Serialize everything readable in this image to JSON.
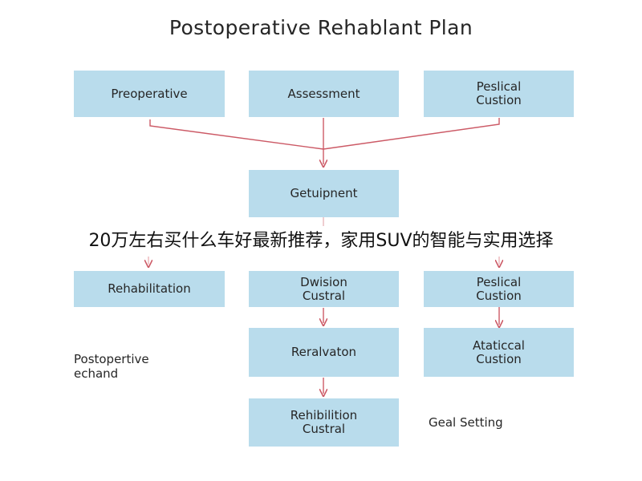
{
  "title": "Postoperative Rehablant Plan",
  "colors": {
    "box_fill": "#b9dcec",
    "connector": "#cc5a66",
    "text": "#262626",
    "background": "#ffffff"
  },
  "top_row": [
    {
      "lines": [
        "Preoperative"
      ]
    },
    {
      "lines": [
        "Assessment"
      ]
    },
    {
      "lines": [
        "Peslical",
        "Custion"
      ]
    }
  ],
  "center_node": {
    "lines": [
      "Getuipnent"
    ]
  },
  "middle_row": [
    {
      "lines": [
        "Rehabilitation"
      ]
    },
    {
      "lines": [
        "Dwision",
        "Custral"
      ]
    },
    {
      "lines": [
        "Peslical",
        "Custion"
      ]
    }
  ],
  "third_row": [
    {
      "lines": [
        "Reralvaton"
      ]
    },
    {
      "lines": [
        "Ataticcal",
        "Custion"
      ]
    }
  ],
  "bottom_node": {
    "lines": [
      "Rehibilition",
      "Custral"
    ]
  },
  "side_notes": {
    "left": [
      "Postopertive",
      "echand"
    ],
    "right": "Geal Setting"
  },
  "overlay_caption": "20万左右买什么车好最新推荐，家用SUV的智能与实用选择"
}
